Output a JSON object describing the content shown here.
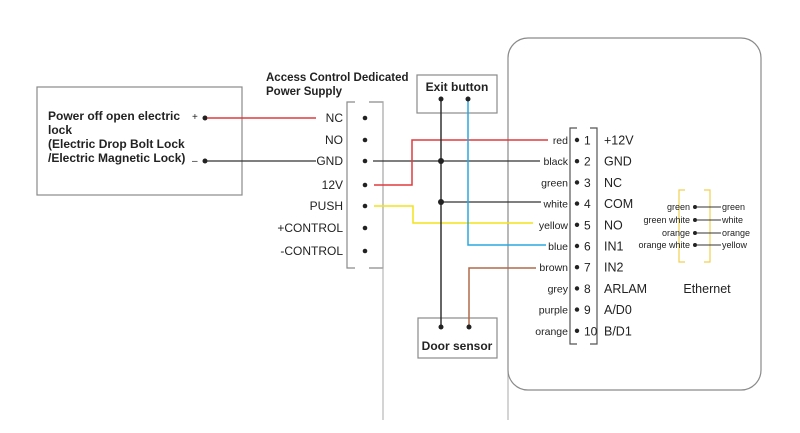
{
  "lock": {
    "title_lines": [
      "Power off open electric",
      "lock",
      "(Electric Drop Bolt Lock",
      "/Electric Magnetic Lock)"
    ],
    "plus_label": "+",
    "minus_label": "–"
  },
  "power_supply": {
    "title_lines": [
      "Access Control Dedicated",
      "Power Supply"
    ],
    "terminals": [
      "NC",
      "NO",
      "GND",
      "12V",
      "PUSH",
      "+CONTROL",
      "-CONTROL"
    ]
  },
  "exit_button": {
    "label": "Exit button"
  },
  "door_sensor": {
    "label": "Door sensor"
  },
  "controller": {
    "terminals": [
      {
        "wire": "red",
        "num": "1",
        "name": "+12V"
      },
      {
        "wire": "black",
        "num": "2",
        "name": "GND"
      },
      {
        "wire": "green",
        "num": "3",
        "name": "NC"
      },
      {
        "wire": "white",
        "num": "4",
        "name": "COM"
      },
      {
        "wire": "yellow",
        "num": "5",
        "name": "NO"
      },
      {
        "wire": "blue",
        "num": "6",
        "name": "IN1"
      },
      {
        "wire": "brown",
        "num": "7",
        "name": "IN2"
      },
      {
        "wire": "grey",
        "num": "8",
        "name": "ARLAM"
      },
      {
        "wire": "purple",
        "num": "9",
        "name": "A/D0"
      },
      {
        "wire": "orange",
        "num": "10",
        "name": "B/D1"
      }
    ]
  },
  "ethernet": {
    "label": "Ethernet",
    "pairs": [
      {
        "left": "green",
        "right": "green"
      },
      {
        "left": "green white",
        "right": "white"
      },
      {
        "left": "orange",
        "right": "orange"
      },
      {
        "left": "orange white",
        "right": "yellow"
      }
    ]
  },
  "colors": {
    "red": "#e03a3e",
    "black": "#333333",
    "yellow": "#f2e31b",
    "blue": "#29a8e0",
    "brown": "#b0684a",
    "box": "#8a8a8a",
    "ethernet_bracket": "#f0d050"
  }
}
